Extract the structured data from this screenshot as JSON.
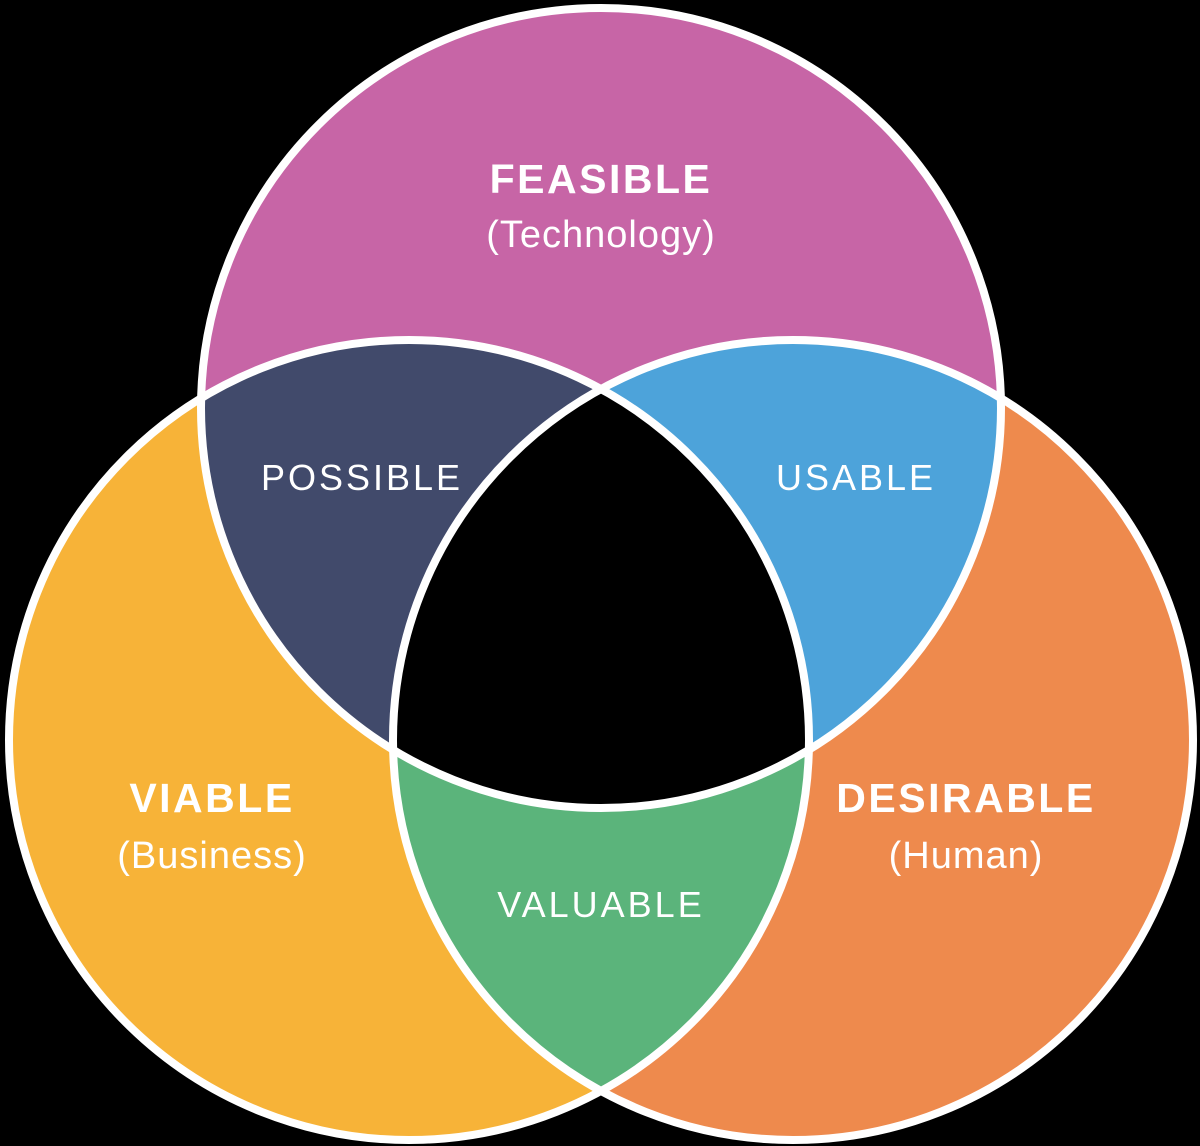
{
  "background_color": "#000000",
  "outline_color": "#ffffff",
  "circles": {
    "feasible": {
      "label": "FEASIBLE",
      "sublabel": "(Technology)",
      "color": "#c765a6"
    },
    "viable": {
      "label": "VIABLE",
      "sublabel": "(Business)",
      "color": "#f7b338"
    },
    "desirable": {
      "label": "DESIRABLE",
      "sublabel": "(Human)",
      "color": "#ee8a4d"
    }
  },
  "intersections": {
    "possible": {
      "label": "POSSIBLE",
      "color": "#414a6b"
    },
    "usable": {
      "label": "USABLE",
      "color": "#4da3da"
    },
    "valuable": {
      "label": "VALUABLE",
      "color": "#5bb47b"
    },
    "center": {
      "color": "#000000"
    }
  }
}
